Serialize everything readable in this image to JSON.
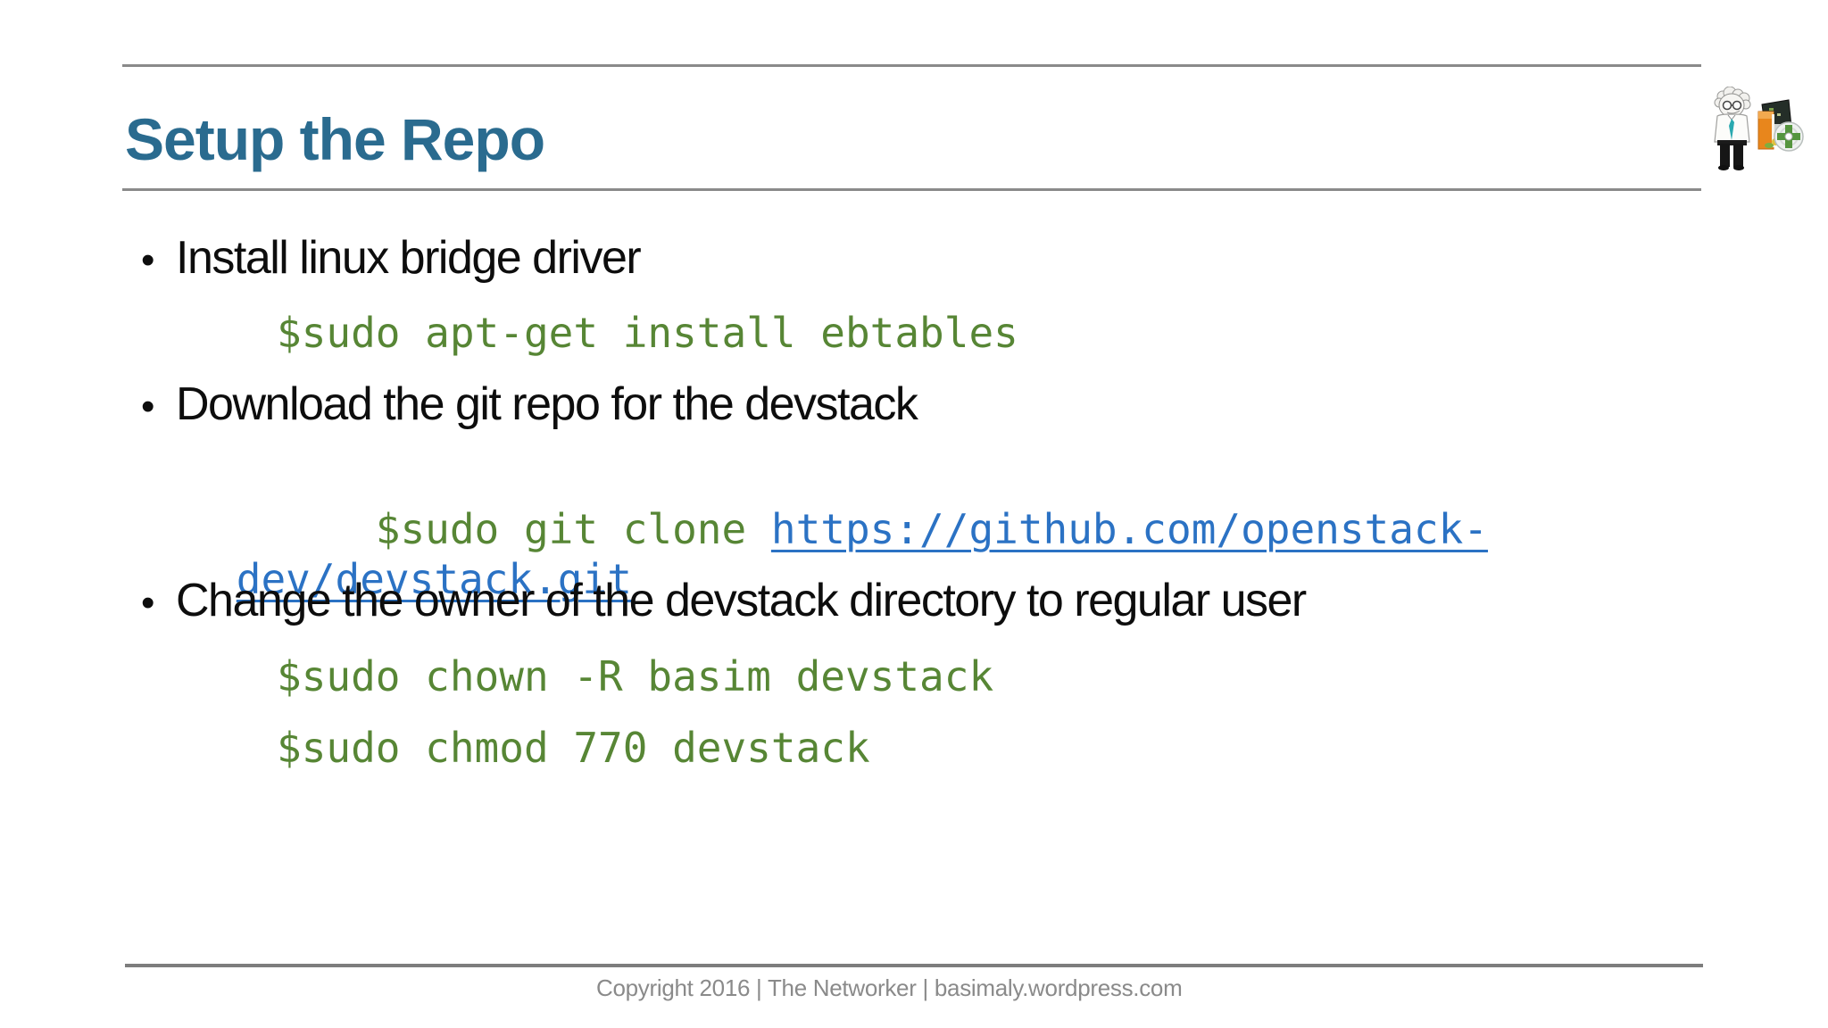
{
  "slide": {
    "title": "Setup the Repo",
    "bullet_char": "•",
    "items": {
      "bullet1": "Install linux bridge driver",
      "code1": "$sudo apt-get install ebtables",
      "bullet2": "Download the git repo for the devstack",
      "code2_prefix": "$sudo git clone ",
      "link_line1": "https://github.com/openstack-",
      "link_line2": "dev/devstack.git",
      "bullet3": "Change the owner of the devstack directory to regular user",
      "code3": "$sudo chown -R basim devstack",
      "code4": "$sudo chmod 770 devstack"
    },
    "footer": "Copyright 2016 | The Networker | basimaly.wordpress.com",
    "mascot": "networker-mascot",
    "colors": {
      "title_teal": "#2a6b8f",
      "code_green": "#578635",
      "link_blue": "#2b72c4",
      "rule_gray": "#8a8a8a",
      "footer_gray": "#8a8a8a",
      "body_black": "#0d0d0d"
    }
  }
}
